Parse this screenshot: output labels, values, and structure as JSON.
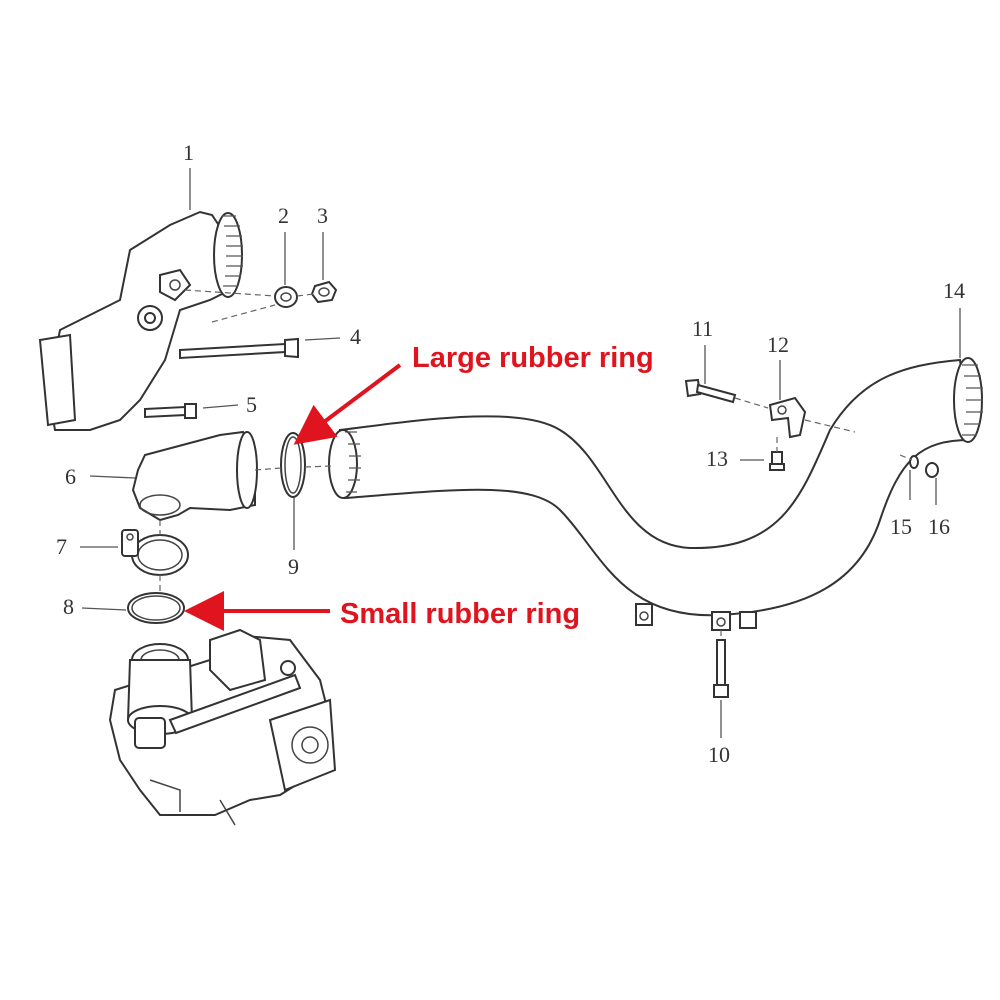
{
  "parts": [
    {
      "id": "p1",
      "label": "1"
    },
    {
      "id": "p2",
      "label": "2"
    },
    {
      "id": "p3",
      "label": "3"
    },
    {
      "id": "p4",
      "label": "4"
    },
    {
      "id": "p5",
      "label": "5"
    },
    {
      "id": "p6",
      "label": "6"
    },
    {
      "id": "p7",
      "label": "7"
    },
    {
      "id": "p8",
      "label": "8"
    },
    {
      "id": "p9",
      "label": "9"
    },
    {
      "id": "p10",
      "label": "10"
    },
    {
      "id": "p11",
      "label": "11"
    },
    {
      "id": "p12",
      "label": "12"
    },
    {
      "id": "p13",
      "label": "13"
    },
    {
      "id": "p14",
      "label": "14"
    },
    {
      "id": "p15",
      "label": "15"
    },
    {
      "id": "p16",
      "label": "16"
    }
  ],
  "callouts": {
    "large": "Large rubber ring",
    "small": "Small rubber ring"
  },
  "colors": {
    "callout": "#e0141e",
    "line": "#333333"
  }
}
